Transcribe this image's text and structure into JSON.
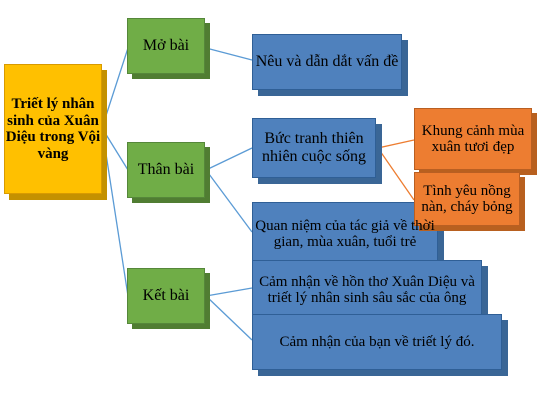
{
  "root": {
    "label": "Triết lý nhân sinh của Xuân Diệu trong Vội vàng"
  },
  "sections": [
    {
      "label": "Mở bài"
    },
    {
      "label": "Thân bài"
    },
    {
      "label": "Kết bài"
    }
  ],
  "details": {
    "mo_bai": "Nêu và dẫn dắt vấn đề",
    "than_bai_1": "Bức tranh thiên nhiên cuộc sống",
    "than_bai_2": "Quan niệm của tác giả về thời gian, mùa xuân, tuổi trẻ",
    "ket_bai_1": "Cảm nhận về hồn thơ Xuân Diệu và triết lý nhân sinh sâu sắc của ông",
    "ket_bai_2": "Cảm nhận của bạn về triết lý đó."
  },
  "sub_details": {
    "canh": "Khung cảnh mùa xuân tươi đẹp",
    "tinh_yeu": "Tình yêu nồng nàn, cháy bỏng"
  },
  "colors": {
    "root": "#ffc000",
    "section": "#70ad47",
    "detail": "#4f81bd",
    "sub_detail": "#ed7d31",
    "connector": "#5b9bd5"
  }
}
